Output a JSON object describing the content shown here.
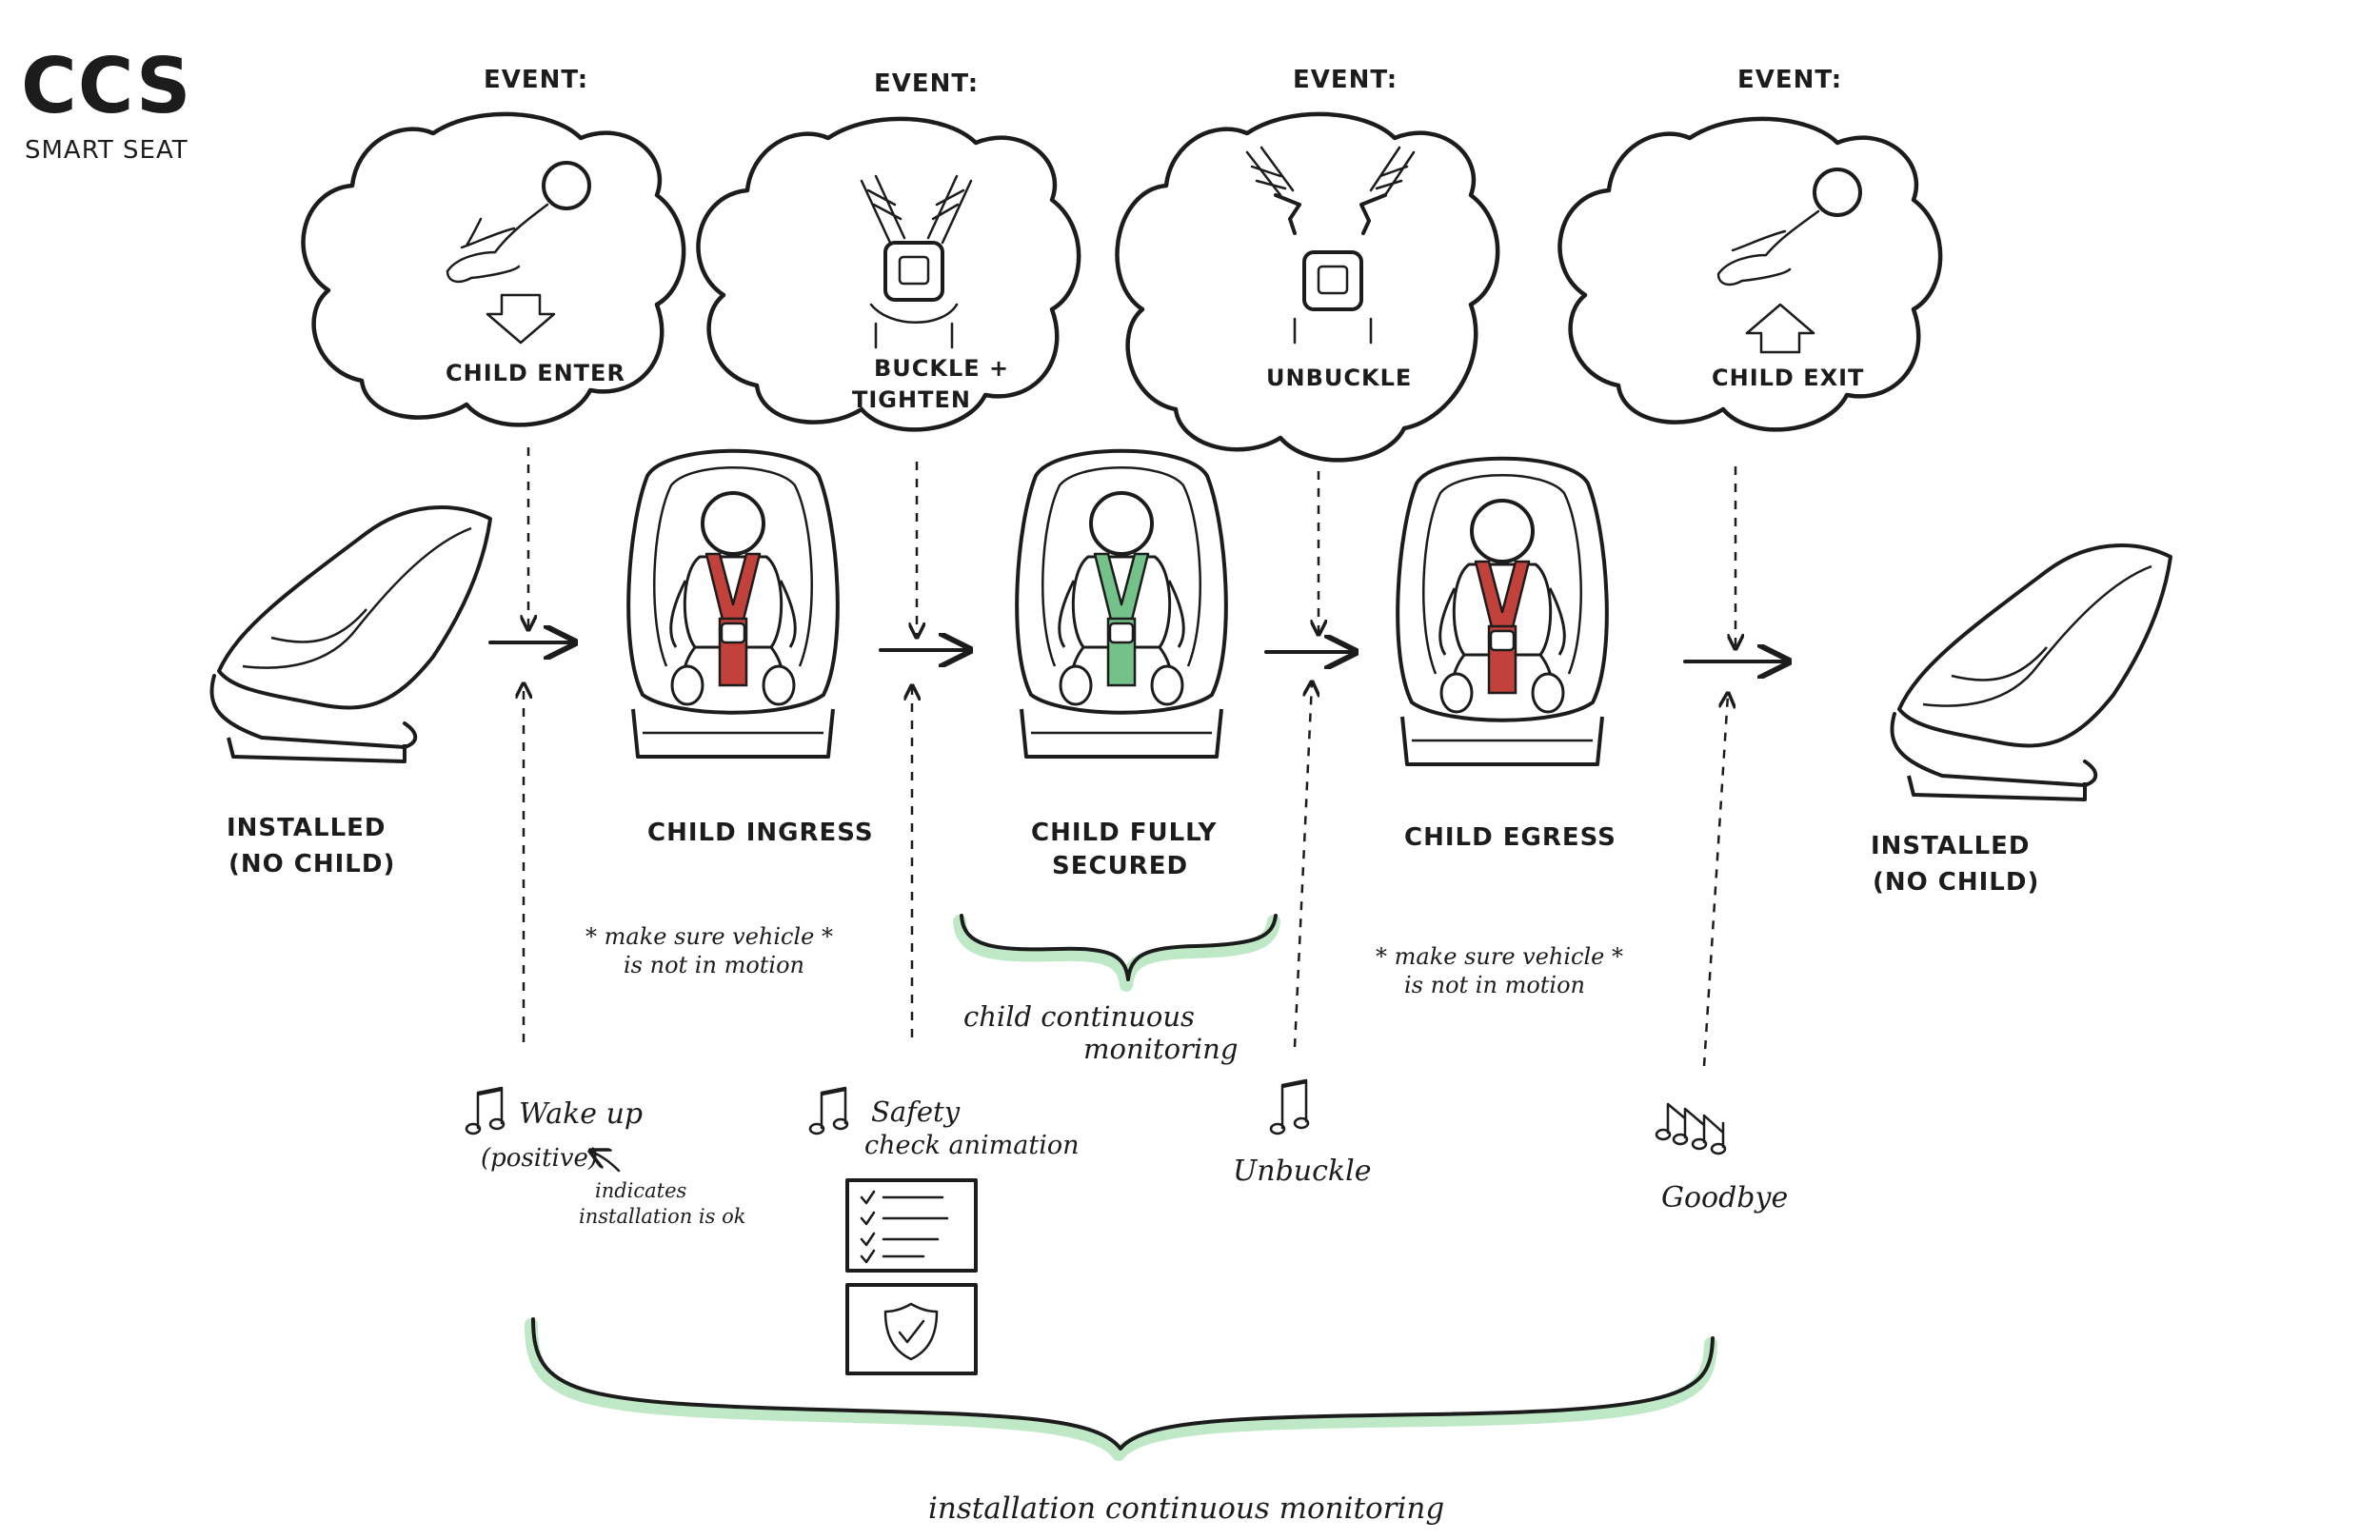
{
  "title": {
    "main": "CCS",
    "sub": "SMART SEAT"
  },
  "events": [
    {
      "label": "EVENT:",
      "caption_lines": [
        "CHILD ENTER"
      ],
      "icon": "child-down-arrow-icon"
    },
    {
      "label": "EVENT:",
      "caption_lines": [
        "BUCKLE +",
        "TIGHTEN"
      ],
      "icon": "buckle-icon"
    },
    {
      "label": "EVENT:",
      "caption_lines": [
        "UNBUCKLE"
      ],
      "icon": "unbuckle-icon"
    },
    {
      "label": "EVENT:",
      "caption_lines": [
        "CHILD EXIT"
      ],
      "icon": "child-up-arrow-icon"
    }
  ],
  "states": [
    {
      "lines": [
        "INSTALLED",
        "(NO CHILD)"
      ],
      "seat": "empty"
    },
    {
      "lines": [
        "CHILD INGRESS"
      ],
      "seat": "child",
      "harness": "#c2413a"
    },
    {
      "lines": [
        "CHILD FULLY",
        "SECURED"
      ],
      "seat": "child",
      "harness": "#74c28a"
    },
    {
      "lines": [
        "CHILD EGRESS"
      ],
      "seat": "child",
      "harness": "#c2413a"
    },
    {
      "lines": [
        "INSTALLED",
        "(NO CHILD)"
      ],
      "seat": "empty"
    }
  ],
  "notes": [
    {
      "lines": [
        "* make sure vehicle *",
        "is not in motion"
      ]
    },
    {
      "lines": [
        "* make sure vehicle *",
        "is not in motion"
      ]
    }
  ],
  "sounds": [
    {
      "lines": [
        "Wake up",
        "(positive)"
      ],
      "icon": "music-note-icon",
      "annotation": [
        "indicates",
        "installation is ok"
      ]
    },
    {
      "lines": [
        "Safety",
        "check animation"
      ],
      "icon": "music-note-icon",
      "screens": [
        "checklist-screen-icon",
        "shield-check-screen-icon"
      ]
    },
    {
      "lines": [
        "Unbuckle"
      ],
      "icon": "music-note-icon"
    },
    {
      "lines": [
        "Goodbye"
      ],
      "icon": "music-notes-icon"
    }
  ],
  "braces": {
    "child": {
      "lines": [
        "child continuous",
        "monitoring"
      ],
      "color": "#bfe8c6"
    },
    "installation": {
      "lines": [
        "installation continuous monitoring"
      ],
      "color": "#bfe8c6"
    }
  },
  "colors": {
    "ink": "#1c1c1c",
    "harness_red": "#c2413a",
    "harness_green": "#74c28a",
    "highlight_green": "#bfe8c6"
  }
}
